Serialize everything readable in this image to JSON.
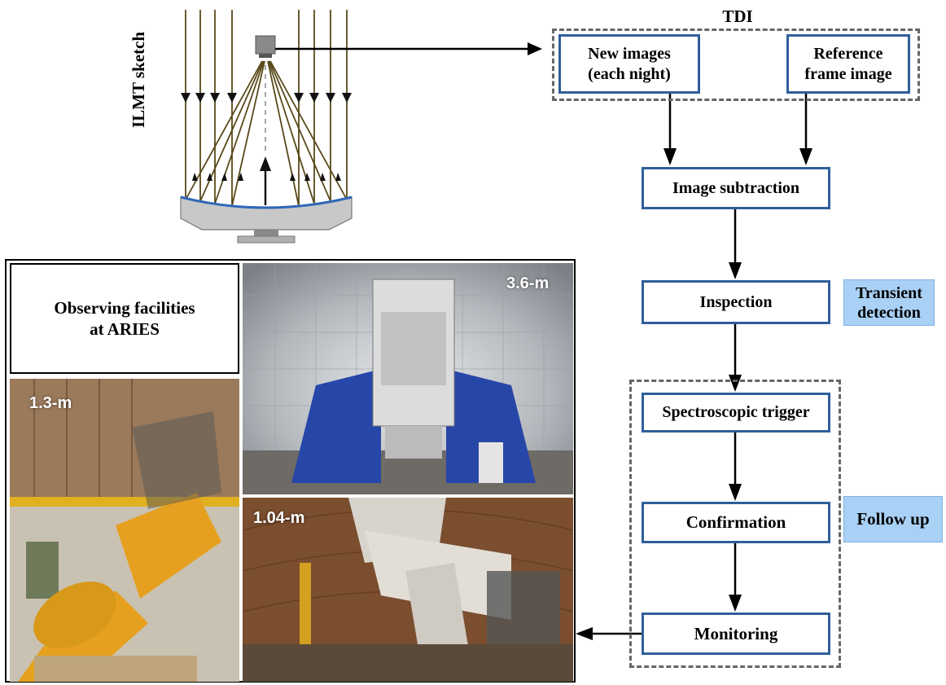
{
  "sketch": {
    "label": "ILMT sketch"
  },
  "tdi": {
    "label": "TDI"
  },
  "flow": {
    "new_images": "New images\n(each night)",
    "reference": "Reference\nframe image",
    "subtraction": "Image subtraction",
    "inspection": "Inspection",
    "spectroscopic": "Spectroscopic trigger",
    "confirmation": "Confirmation",
    "monitoring": "Monitoring"
  },
  "tags": {
    "transient": "Transient\ndetection",
    "followup": "Follow up"
  },
  "facilities": {
    "title": "Observing facilities\nat ARIES",
    "t36": "3.6-m",
    "t13": "1.3-m",
    "t104": "1.04-m"
  },
  "colors": {
    "box_border": "#2f5f9a",
    "tag_fill": "#a9d0f5",
    "dashed": "#666666",
    "rays": "#7a6a2a"
  }
}
